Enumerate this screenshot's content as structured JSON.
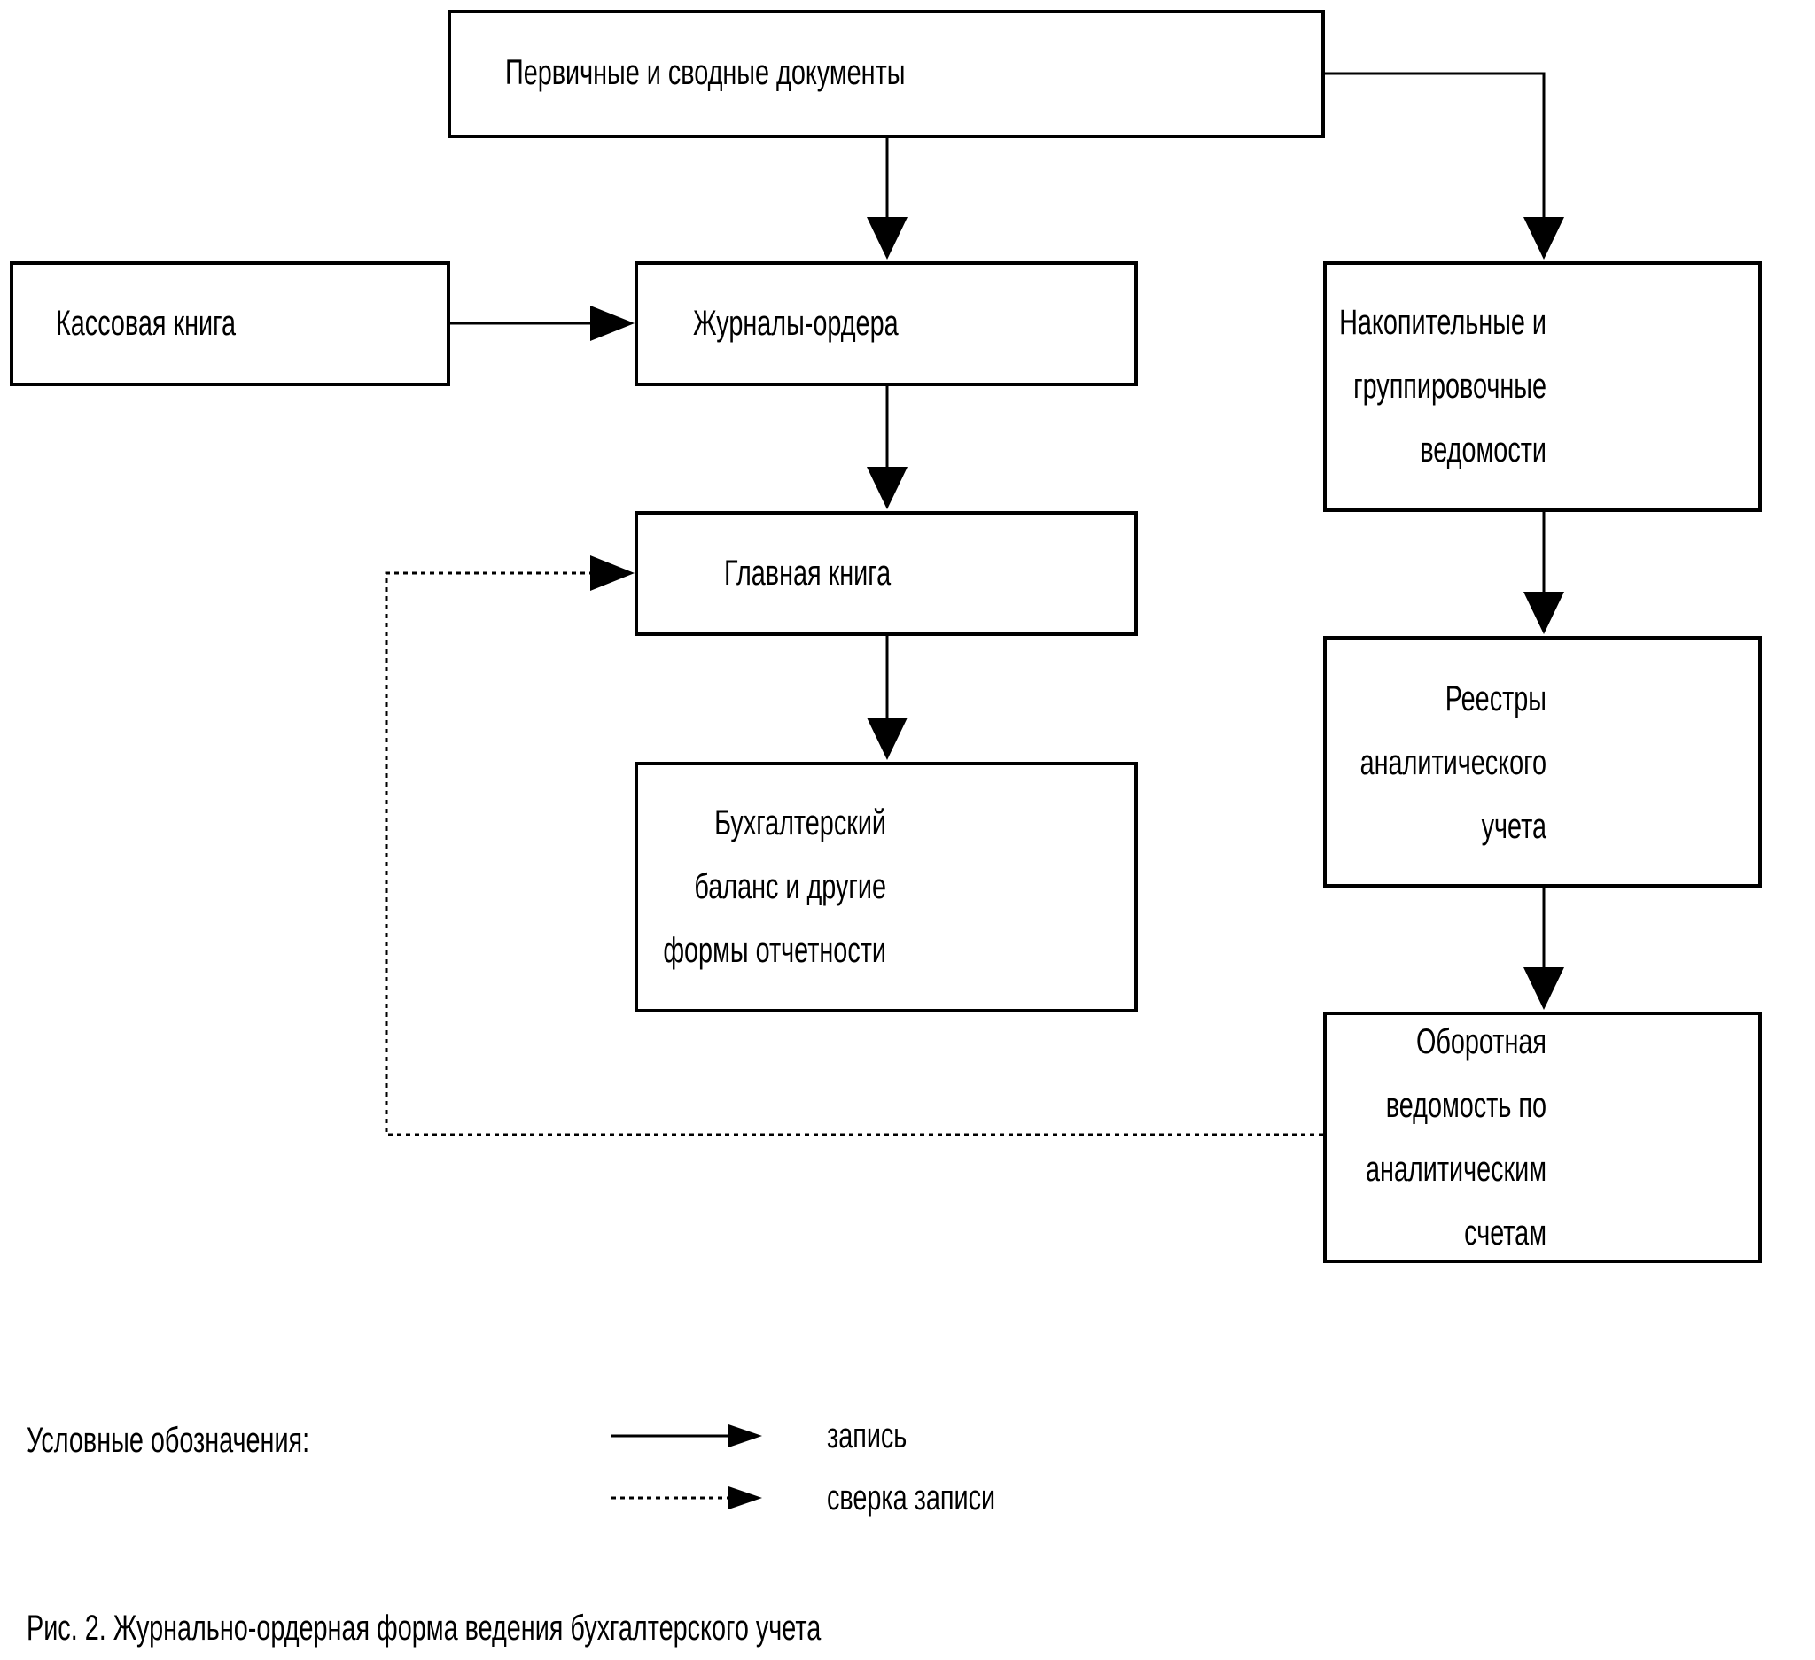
{
  "boxes": {
    "primary_docs": "Первичные и сводные документы",
    "cash_book": "Кассовая книга",
    "journal_orders": "Журналы-ордера",
    "accumulative": [
      "Накопительные и",
      "группировочные",
      "ведомости"
    ],
    "general_ledger": "Главная книга",
    "registers": [
      "Реестры",
      "аналитического",
      "учета"
    ],
    "balance": [
      "Бухгалтерский",
      "баланс и другие",
      "формы отчетности"
    ],
    "turnover": [
      "Оборотная",
      "ведомость по",
      "аналитическим",
      "счетам"
    ]
  },
  "legend": {
    "title": "Условные обозначения:",
    "solid_label": "запись",
    "dotted_label": "сверка записи"
  },
  "caption": "Рис. 2. Журнально-ордерная форма ведения бухгалтерского учета"
}
